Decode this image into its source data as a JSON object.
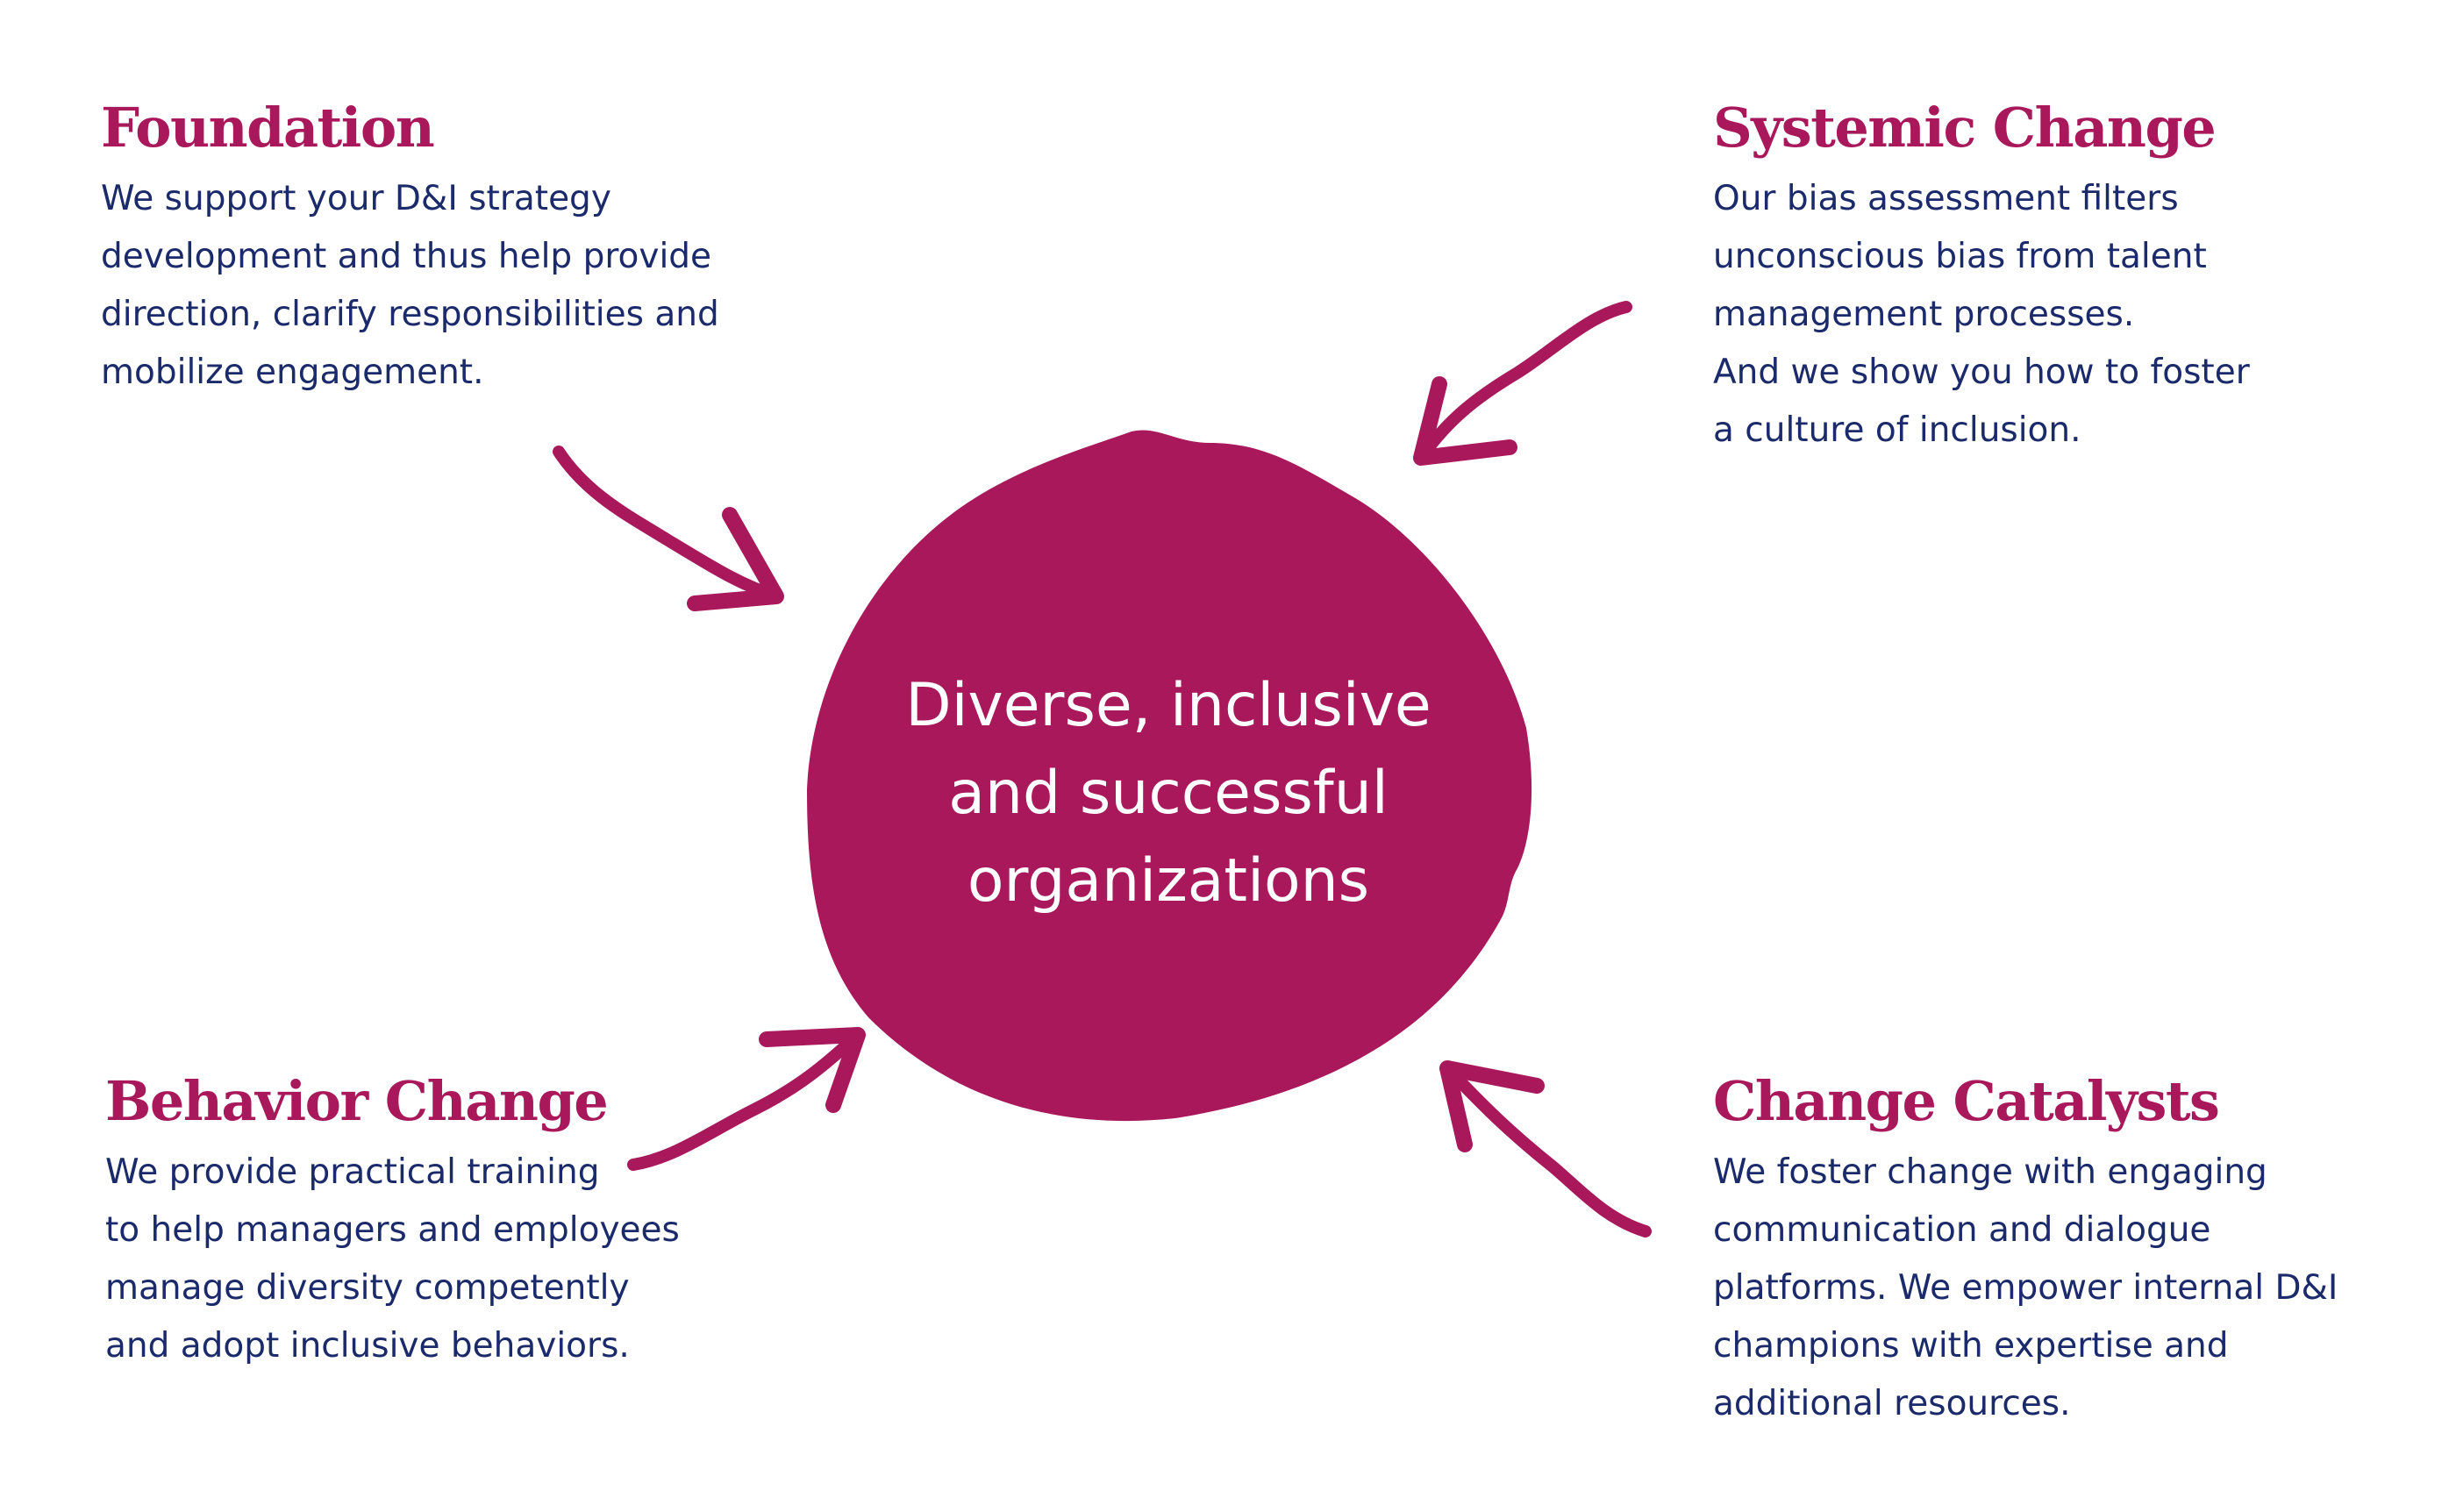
{
  "colors": {
    "accent": "#A8185A",
    "text": "#1B2A6B"
  },
  "center": {
    "lines": [
      "Diverse, inclusive",
      "and successful",
      "organizations"
    ]
  },
  "foundation": {
    "title": "Foundation",
    "lines": [
      "We support your D&I strategy",
      "development and thus help provide",
      "direction, clarify responsibilities and",
      "mobilize engagement."
    ]
  },
  "systemic": {
    "title": "Systemic Change",
    "lines": [
      "Our bias assessment filters",
      "unconscious bias from talent",
      "management processes.",
      "And we show you how to foster",
      "a culture of inclusion."
    ]
  },
  "behavior": {
    "title": "Behavior Change",
    "lines": [
      "We provide practical training",
      "to help managers and employees",
      "manage diversity competently",
      "and adopt inclusive behaviors."
    ]
  },
  "catalysts": {
    "title": "Change Catalysts",
    "lines": [
      "We foster change with engaging",
      "communication and dialogue",
      "platforms. We empower internal D&I",
      "champions with expertise and",
      "additional resources."
    ]
  }
}
